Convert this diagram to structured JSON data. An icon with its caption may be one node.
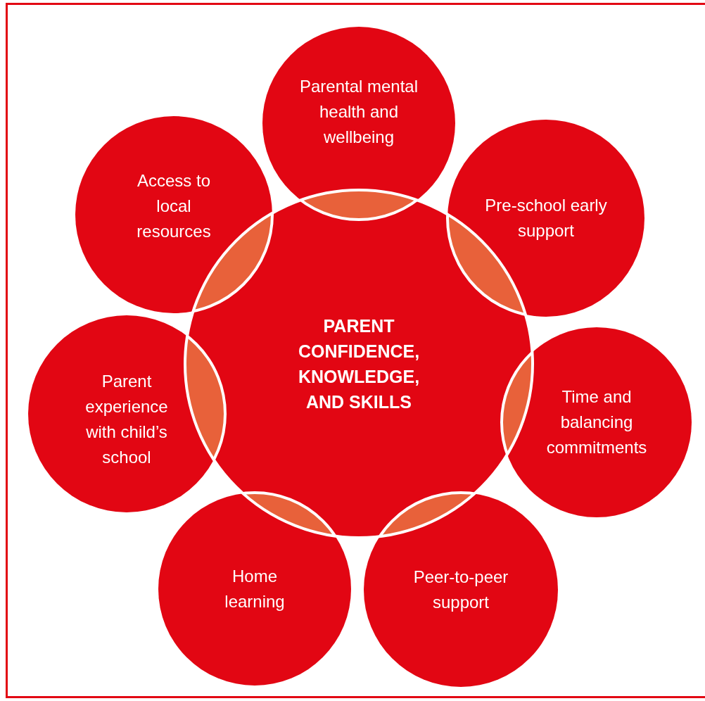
{
  "diagram": {
    "nodes": [
      {
        "text": [
          "PARENT CONFIDENCE, KNOWLEDGE, AND SKILLS"
        ]
      },
      {
        "text": [
          "Parental mental health and wellbeing"
        ]
      },
      {
        "text": [
          "Pre-school early support"
        ]
      },
      {
        "text": [
          "Time and balancing commitments"
        ]
      },
      {
        "text": [
          "Peer-to-peer support"
        ]
      },
      {
        "text": [
          "Home learning"
        ]
      },
      {
        "text": [
          "Parent experience with child’s school"
        ]
      },
      {
        "text": [
          "Access to local resources"
        ]
      }
    ]
  }
}
